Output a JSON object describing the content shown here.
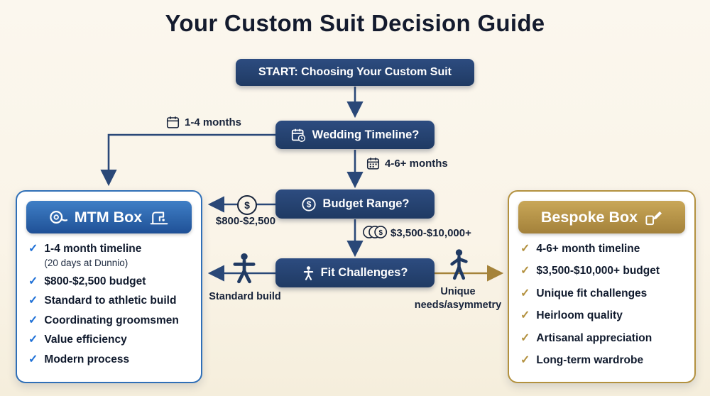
{
  "title": "Your Custom Suit Decision Guide",
  "colors": {
    "navy": "#1f3a63",
    "blue_accent": "#2f6fb7",
    "gold_accent": "#b3913f",
    "cream_background": "#faf4e8",
    "check_blue": "#1d6fd6"
  },
  "glyphs": {
    "check": "✓",
    "dollar": "$"
  },
  "flow": {
    "start_label": "START: Choosing Your Custom Suit",
    "timeline_label": "Wedding Timeline?",
    "budget_label": "Budget Range?",
    "fit_label": "Fit Challenges?",
    "branches": {
      "timeline_left": "1-4 months",
      "timeline_down": "4-6+ months",
      "budget_left": "$800-$2,500",
      "budget_down": "$3,500-$10,000+",
      "fit_left": "Standard build",
      "fit_right_line1": "Unique",
      "fit_right_line2": "needs/asymmetry"
    }
  },
  "mtm": {
    "title": "MTM Box",
    "items": [
      {
        "text": "1-4 month timeline",
        "subtext": "(20 days at Dunnio)"
      },
      {
        "text": "$800-$2,500 budget"
      },
      {
        "text": "Standard to athletic build"
      },
      {
        "text": "Coordinating groomsmen"
      },
      {
        "text": "Value efficiency"
      },
      {
        "text": "Modern process"
      }
    ]
  },
  "bespoke": {
    "title": "Bespoke Box",
    "items": [
      "4-6+ month timeline",
      "$3,500-$10,000+ budget",
      "Unique fit challenges",
      "Heirloom quality",
      "Artisanal appreciation",
      "Long-term wardrobe"
    ]
  }
}
